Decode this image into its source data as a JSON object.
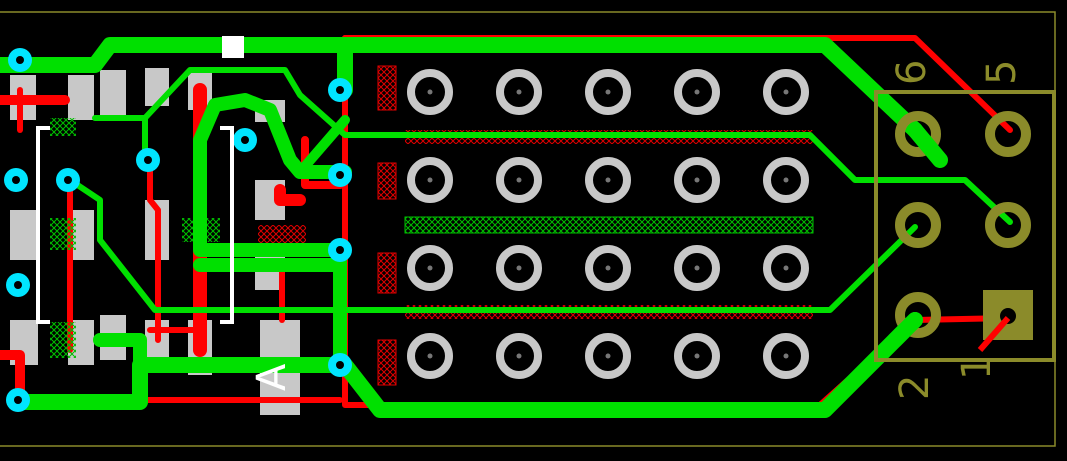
{
  "layout_name": "pcb-editor-view",
  "colors": {
    "background": "#000000",
    "board_outline": "#8b8b2a",
    "top_copper": "#00e000",
    "bottom_copper": "#ff0000",
    "pad_ring": "#c8c8c8",
    "via": "#00e5ff",
    "smd_pad": "#c8c8c8",
    "silkscreen": "#ffffff",
    "header_silk": "#8b8b2a"
  },
  "header_labels": {
    "pin6": "6",
    "pin5": "5",
    "pin2": "2",
    "pin1": "1"
  },
  "silk_marker": "A"
}
